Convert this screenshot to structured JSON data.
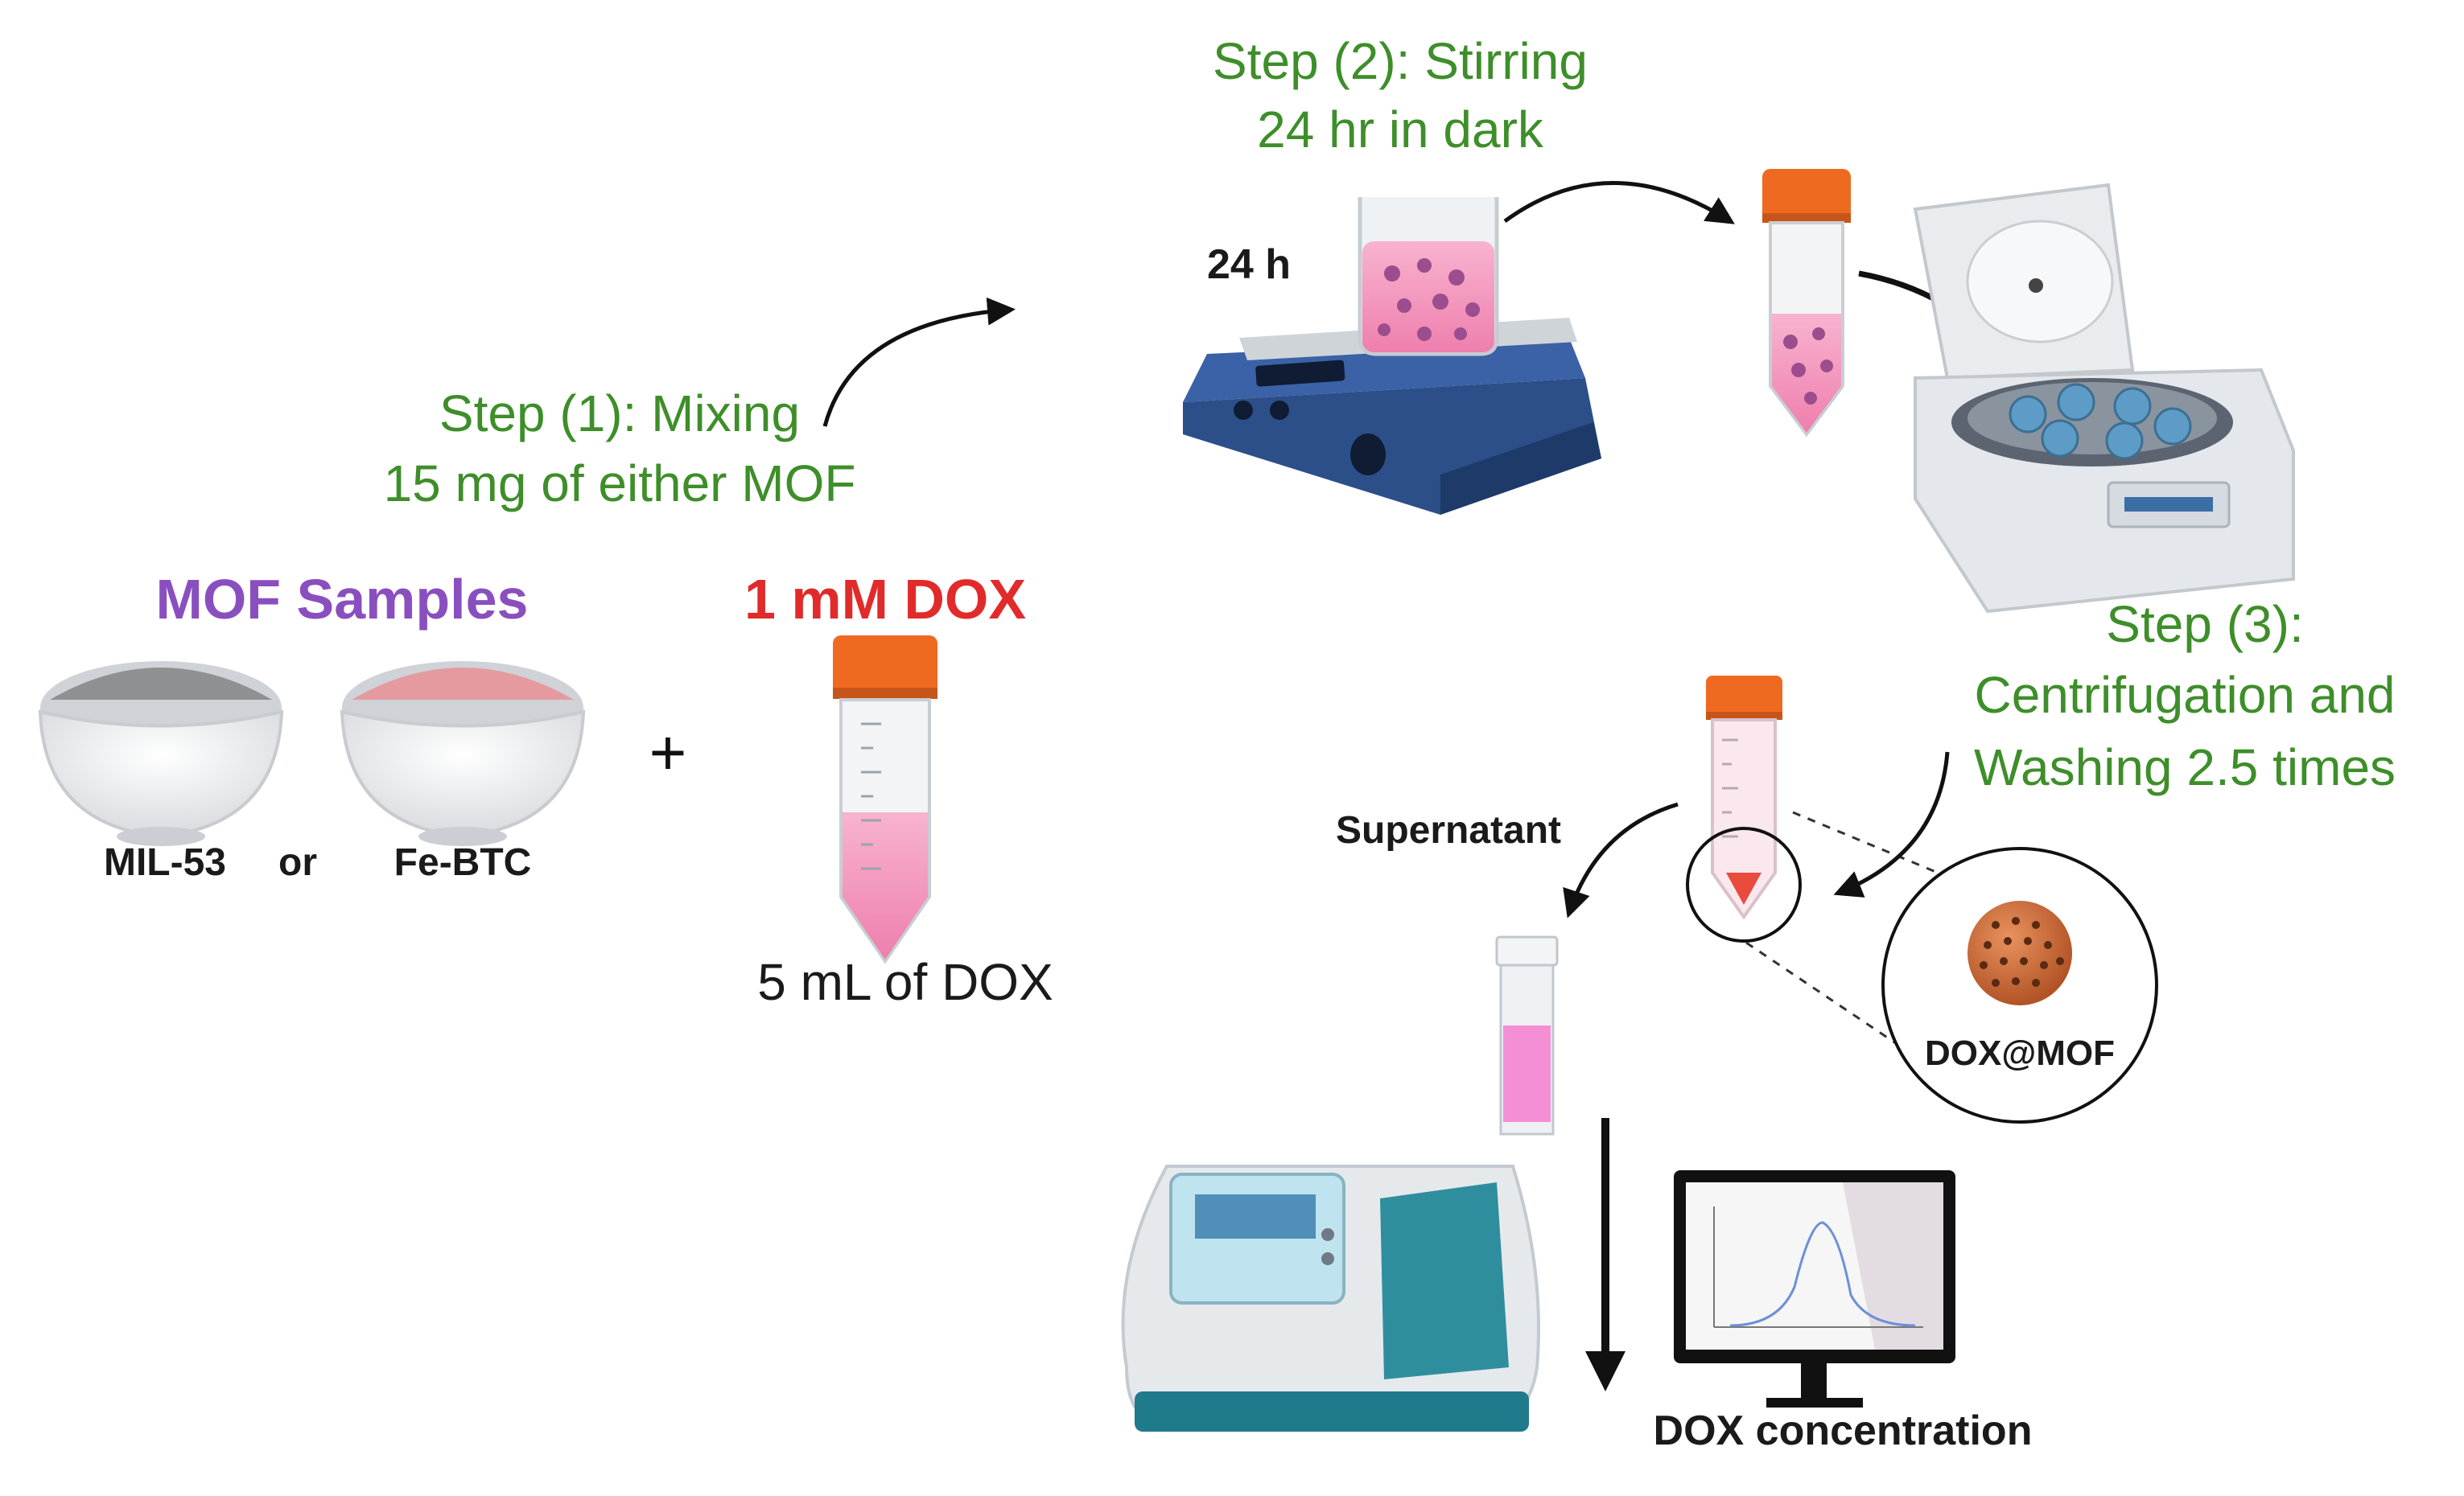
{
  "colors": {
    "step_text": "#3e8e2a",
    "mof_title": "#8a4fbf",
    "dox_title": "#e12b2b",
    "tube_cap": "#ef6a21",
    "dox_liquid": "#f59bc0",
    "mof_particle": "#c86a3a",
    "device_body": "#e4e7eb",
    "device_teal": "#2f8e9e",
    "stirrer_blue": "#2c4f8a"
  },
  "steps": {
    "step1_line1": "Step (1):  Mixing",
    "step1_line2": "15 mg  of either MOF",
    "step2_line1": "Step (2):  Stirring",
    "step2_line2": "24 hr in dark",
    "step3_line1": "Step (3):",
    "step3_line2": "Centrifugation and",
    "step3_line3": "Washing 2.5 times"
  },
  "labels": {
    "mof_samples": "MOF Samples",
    "mil53": "MIL-53",
    "or": "or",
    "febtc": "Fe-BTC",
    "plus": "+",
    "dox_title": "1 mM DOX",
    "dox_volume": "5 mL of DOX",
    "time_24h": "24 h",
    "supernatant": "Supernatant",
    "dox_mof": "DOX@MOF",
    "dox_concentration": "DOX concentration"
  },
  "icons": [
    "mixing-bowl-icon",
    "falcon-tube-icon",
    "beaker-icon",
    "magnetic-stirrer-icon",
    "centrifuge-icon",
    "cuvette-icon",
    "spectrophotometer-icon",
    "monitor-icon",
    "arrow-icon"
  ]
}
